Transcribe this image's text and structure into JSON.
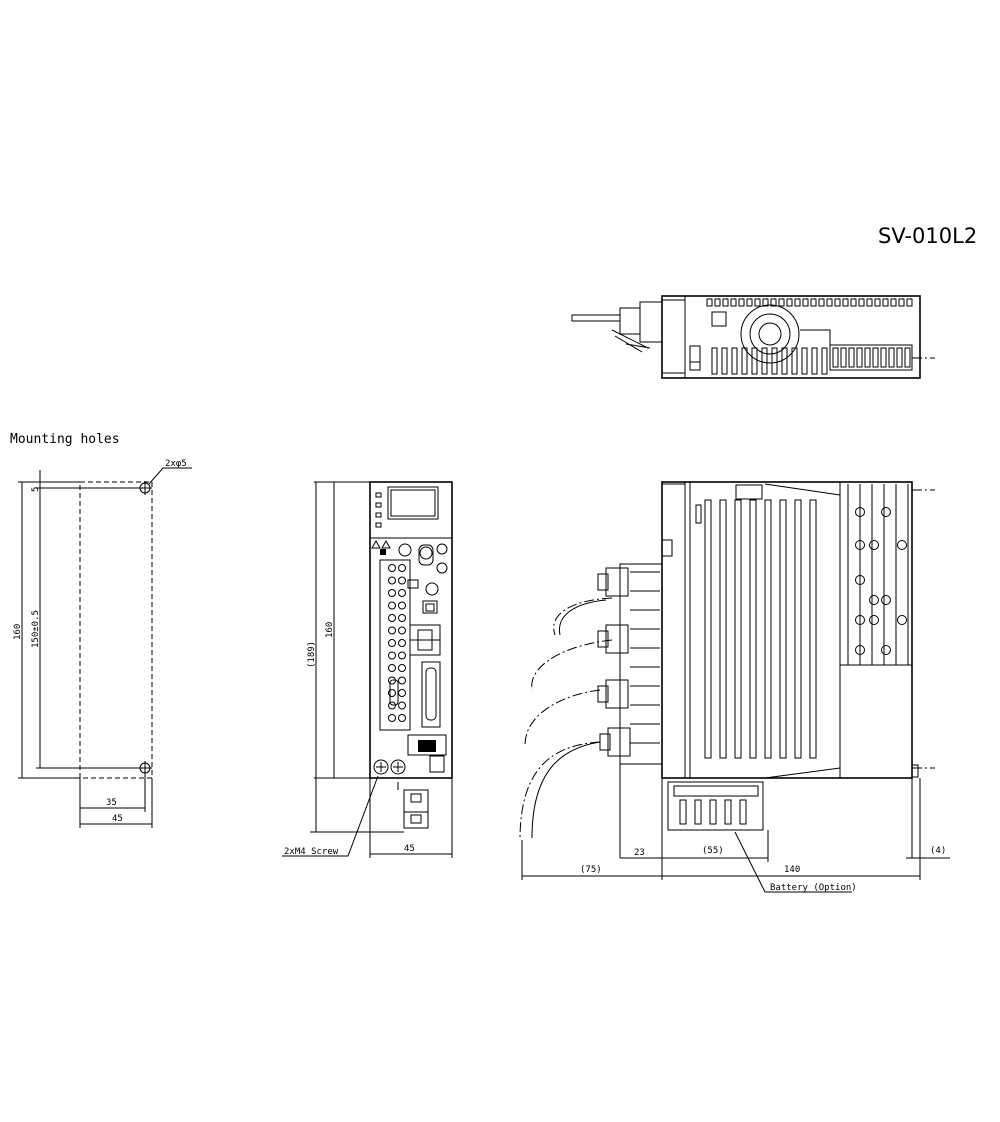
{
  "model": "SV-010L2",
  "mounting": {
    "title": "Mounting holes",
    "hole_callout": "2xφ5",
    "dim_5": "5",
    "dim_160": "160",
    "dim_150": "150±0.5",
    "dim_35": "35",
    "dim_45": "45"
  },
  "front": {
    "dim_189": "(189)",
    "dim_160": "160",
    "dim_45": "45",
    "screw_callout": "2xM4 Screw"
  },
  "side": {
    "dim_75": "(75)",
    "dim_23": "23",
    "dim_55": "(55)",
    "dim_140": "140",
    "dim_4": "(4)",
    "battery_callout": "Battery (Option)"
  }
}
